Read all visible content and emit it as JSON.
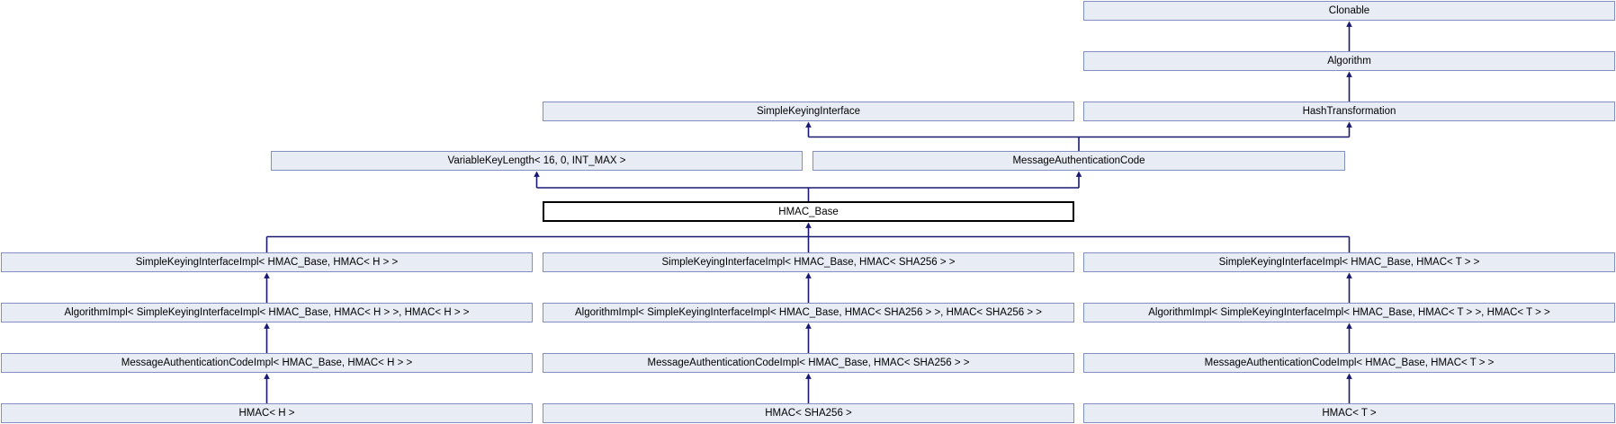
{
  "diagram": {
    "type": "class-inheritance-graph",
    "colors": {
      "background": "#ffffff",
      "node_fill": "#e8ecf5",
      "node_border": "#8090c0",
      "node_text": "#000000",
      "focus_node_fill": "#ffffff",
      "focus_node_border": "#000000",
      "arrow": "#191970"
    },
    "nodes": {
      "clonable": {
        "label": "Clonable"
      },
      "algorithm": {
        "label": "Algorithm"
      },
      "simple_keying_interface": {
        "label": "SimpleKeyingInterface"
      },
      "hash_transformation": {
        "label": "HashTransformation"
      },
      "variable_key_length": {
        "label": "VariableKeyLength< 16, 0, INT_MAX >"
      },
      "message_authentication_code": {
        "label": "MessageAuthenticationCode"
      },
      "hmac_base": {
        "label": "HMAC_Base"
      },
      "skii_h": {
        "label": "SimpleKeyingInterfaceImpl< HMAC_Base, HMAC< H > >"
      },
      "skii_sha256": {
        "label": "SimpleKeyingInterfaceImpl< HMAC_Base, HMAC< SHA256 > >"
      },
      "skii_t": {
        "label": "SimpleKeyingInterfaceImpl< HMAC_Base, HMAC< T > >"
      },
      "algorithm_impl_h": {
        "label": "AlgorithmImpl< SimpleKeyingInterfaceImpl< HMAC_Base, HMAC< H > >, HMAC< H > >"
      },
      "algorithm_impl_sha256": {
        "label": "AlgorithmImpl< SimpleKeyingInterfaceImpl< HMAC_Base, HMAC< SHA256 > >, HMAC< SHA256 > >"
      },
      "algorithm_impl_t": {
        "label": "AlgorithmImpl< SimpleKeyingInterfaceImpl< HMAC_Base, HMAC< T > >, HMAC< T > >"
      },
      "mac_impl_h": {
        "label": "MessageAuthenticationCodeImpl< HMAC_Base, HMAC< H > >"
      },
      "mac_impl_sha256": {
        "label": "MessageAuthenticationCodeImpl< HMAC_Base, HMAC< SHA256 > >"
      },
      "mac_impl_t": {
        "label": "MessageAuthenticationCodeImpl< HMAC_Base, HMAC< T > >"
      },
      "hmac_h": {
        "label": "HMAC< H >"
      },
      "hmac_sha256": {
        "label": "HMAC< SHA256 >"
      },
      "hmac_t": {
        "label": "HMAC< T >"
      }
    },
    "edges": [
      {
        "derived": "algorithm",
        "base": "clonable"
      },
      {
        "derived": "hash_transformation",
        "base": "algorithm"
      },
      {
        "derived": "message_authentication_code",
        "base": "simple_keying_interface"
      },
      {
        "derived": "message_authentication_code",
        "base": "hash_transformation"
      },
      {
        "derived": "hmac_base",
        "base": "variable_key_length"
      },
      {
        "derived": "hmac_base",
        "base": "message_authentication_code"
      },
      {
        "derived": "skii_h",
        "base": "hmac_base"
      },
      {
        "derived": "skii_sha256",
        "base": "hmac_base"
      },
      {
        "derived": "skii_t",
        "base": "hmac_base"
      },
      {
        "derived": "algorithm_impl_h",
        "base": "skii_h"
      },
      {
        "derived": "algorithm_impl_sha256",
        "base": "skii_sha256"
      },
      {
        "derived": "algorithm_impl_t",
        "base": "skii_t"
      },
      {
        "derived": "mac_impl_h",
        "base": "algorithm_impl_h"
      },
      {
        "derived": "mac_impl_sha256",
        "base": "algorithm_impl_sha256"
      },
      {
        "derived": "mac_impl_t",
        "base": "algorithm_impl_t"
      },
      {
        "derived": "hmac_h",
        "base": "mac_impl_h"
      },
      {
        "derived": "hmac_sha256",
        "base": "mac_impl_sha256"
      },
      {
        "derived": "hmac_t",
        "base": "mac_impl_t"
      }
    ]
  }
}
